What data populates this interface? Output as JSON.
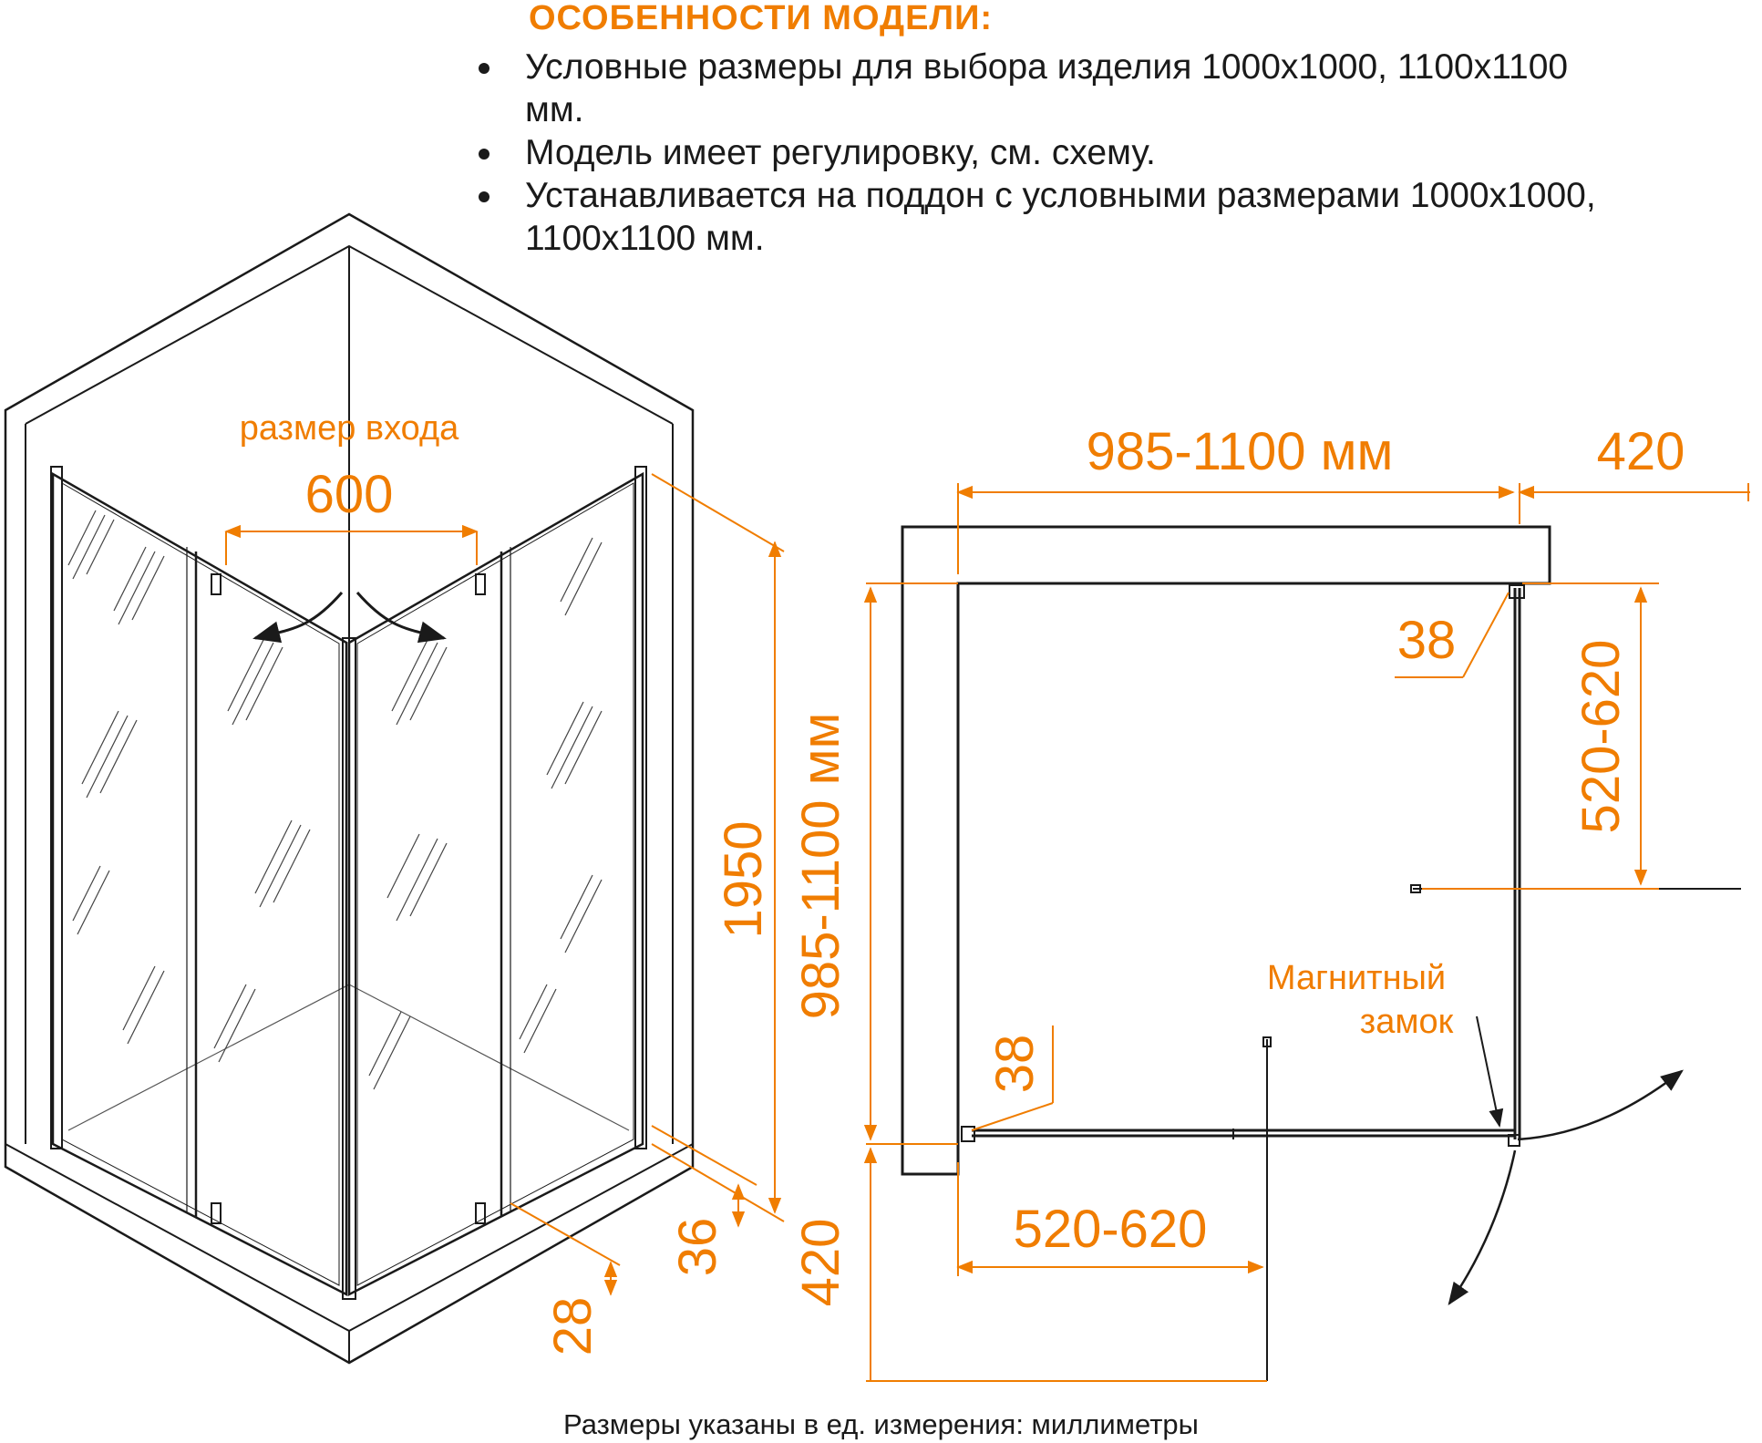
{
  "features": {
    "title": "ОСОБЕННОСТИ МОДЕЛИ:",
    "items": [
      "Условные размеры для выбора изделия 1000х1000, 1100х1100 мм.",
      "Модель имеет регулировку, см. схему.",
      "Устанавливается на поддон с условными размерами 1000х1000, 1100х1100 мм."
    ]
  },
  "iso_view": {
    "entry_label": "размер входа",
    "entry_width": "600",
    "height": "1950",
    "base_36": "36",
    "base_28": "28"
  },
  "plan_view": {
    "width_range": "985-1100 мм",
    "depth_range": "985-1100 мм",
    "door_swing_top": "420",
    "door_swing_left": "420",
    "panel_top": "38",
    "panel_left": "38",
    "door_range_right": "520-620",
    "door_range_bottom": "520-620",
    "magnet_label_line1": "Магнитный",
    "magnet_label_line2": "замок"
  },
  "footnote": "Размеры указаны в ед. измерения: миллиметры",
  "colors": {
    "accent": "#f07d00",
    "ink": "#1a1a1a"
  }
}
